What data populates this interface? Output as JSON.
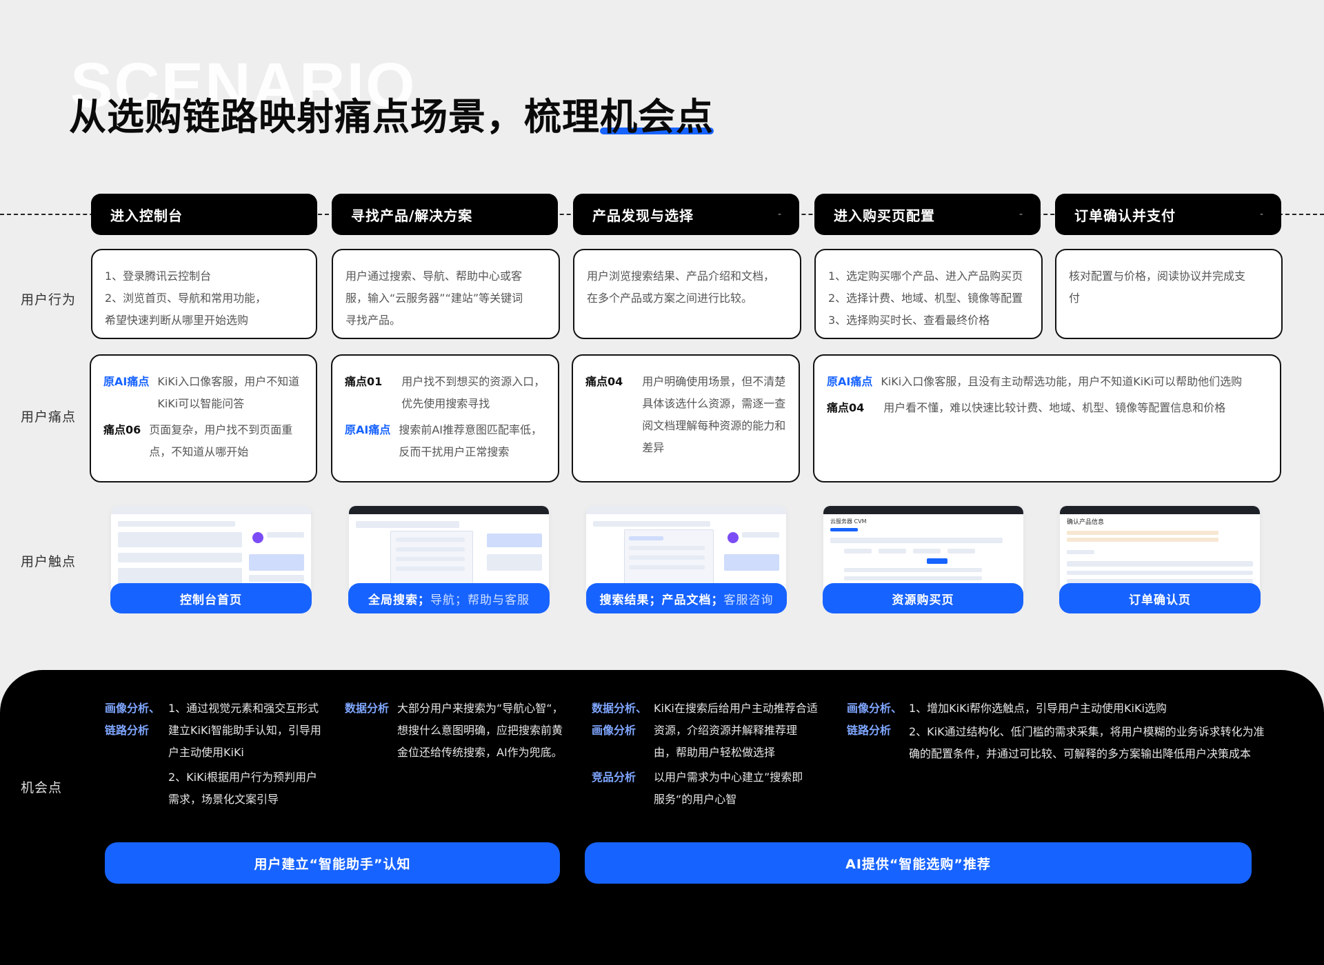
{
  "title": {
    "watermark": "SCENARIO",
    "main": "从选购链路映射痛点场景，梳理",
    "highlight": "机会点"
  },
  "row_labels": {
    "behavior": "用户行为",
    "pain": "用户痛点",
    "touch": "用户触点",
    "opportunity": "机会点"
  },
  "stages": [
    {
      "label": "进入控制台",
      "dash": ""
    },
    {
      "label": "寻找产品/解决方案",
      "dash": ""
    },
    {
      "label": "产品发现与选择",
      "dash": "-"
    },
    {
      "label": "进入购买页配置",
      "dash": "-"
    },
    {
      "label": "订单确认并支付",
      "dash": "-"
    }
  ],
  "behaviors": [
    [
      "1、登录腾讯云控制台",
      "2、浏览首页、导航和常用功能，",
      "希望快速判断从哪里开始选购"
    ],
    [
      "用户通过搜索、导航、帮助中心或客",
      "服，输入“云服务器”“建站”等关键词",
      "寻找产品。"
    ],
    [
      "用户浏览搜索结果、产品介绍和文档，",
      "在多个产品或方案之间进行比较。"
    ],
    [
      "1、选定购买哪个产品、进入产品购买页",
      "2、选择计费、地域、机型、镜像等配置",
      "3、选择购买时长、查看最终价格"
    ],
    [
      "核对配置与价格，阅读协议并完成支",
      "付"
    ]
  ],
  "pains": {
    "p1": [
      {
        "tag": "原AI痛点",
        "blue": true,
        "text": "KiKi入口像客服，用户不知道KiKi可以智能问答"
      },
      {
        "tag": "痛点06",
        "blue": false,
        "text": "页面复杂，用户找不到页面重点，不知道从哪开始"
      }
    ],
    "p2": [
      {
        "tag": "痛点01",
        "blue": false,
        "text": "用户找不到想买的资源入口，优先使用搜索寻找"
      },
      {
        "tag": "原AI痛点",
        "blue": true,
        "text": "搜索前AI推荐意图匹配率低，反而干扰用户正常搜索"
      }
    ],
    "p3": [
      {
        "tag": "痛点04",
        "blue": false,
        "text": "用户明确使用场景，但不清楚具体该选什么资源，需逐一查阅文档理解每种资源的能力和差异"
      }
    ],
    "p4": [
      {
        "tag": "原AI痛点",
        "blue": true,
        "text": "KiKi入口像客服，且没有主动帮选功能，用户不知道KiKi可以帮助他们选购"
      },
      {
        "tag": "痛点04",
        "blue": false,
        "text": "用户看不懂，难以快速比较计费、地域、机型、镜像等配置信息和价格"
      }
    ]
  },
  "touchpoints": [
    {
      "main": "控制台首页",
      "extra": ""
    },
    {
      "main": "全局搜索；",
      "extra": "导航；帮助与客服"
    },
    {
      "main": "搜索结果；产品文档；",
      "extra": "客服咨询"
    },
    {
      "main": "资源购买页",
      "extra": ""
    },
    {
      "main": "订单确认页",
      "extra": ""
    }
  ],
  "screens": {
    "cvm_title": "云服务器 CVM",
    "order_title": "确认产品信息"
  },
  "opportunities": {
    "o1": {
      "tags": [
        "画像分析、",
        "链路分析"
      ],
      "lines": [
        "1、通过视觉元素和强交互形式",
        "建立KiKi智能助手认知，引导用",
        "户主动使用KiKi",
        "2、KiKi根据用户行为预判用户",
        "需求，场景化文案引导"
      ]
    },
    "o2": {
      "tags": [
        "数据分析"
      ],
      "lines": [
        "大部分用户来搜索为“导航心智“，",
        "想搜什么意图明确，应把搜索前黄",
        "金位还给传统搜索，AI作为兜底。"
      ]
    },
    "o3": {
      "tags": [
        "数据分析、",
        "画像分析"
      ],
      "lines": [
        "KiKi在搜索后给用户主动推荐合适",
        "资源，介绍资源并解释推荐理",
        "由，帮助用户轻松做选择"
      ]
    },
    "o3b": {
      "tags": [
        "竞品分析"
      ],
      "lines": [
        "以用户需求为中心建立”搜索即",
        "服务“的用户心智"
      ]
    },
    "o4": {
      "tags": [
        "画像分析、",
        "链路分析"
      ],
      "lines": [
        "1、增加KiKi帮你选触点，引导用户主动使用KiKi选购",
        "2、KiK通过结构化、低门槛的需求采集，将用户模糊的业务诉求转化为准",
        "确的配置条件，并通过可比较、可解释的多方案输出降低用户决策成本"
      ]
    }
  },
  "opp_buttons": [
    "用户建立“智能助手”认知",
    "AI提供“智能选购”推荐"
  ]
}
